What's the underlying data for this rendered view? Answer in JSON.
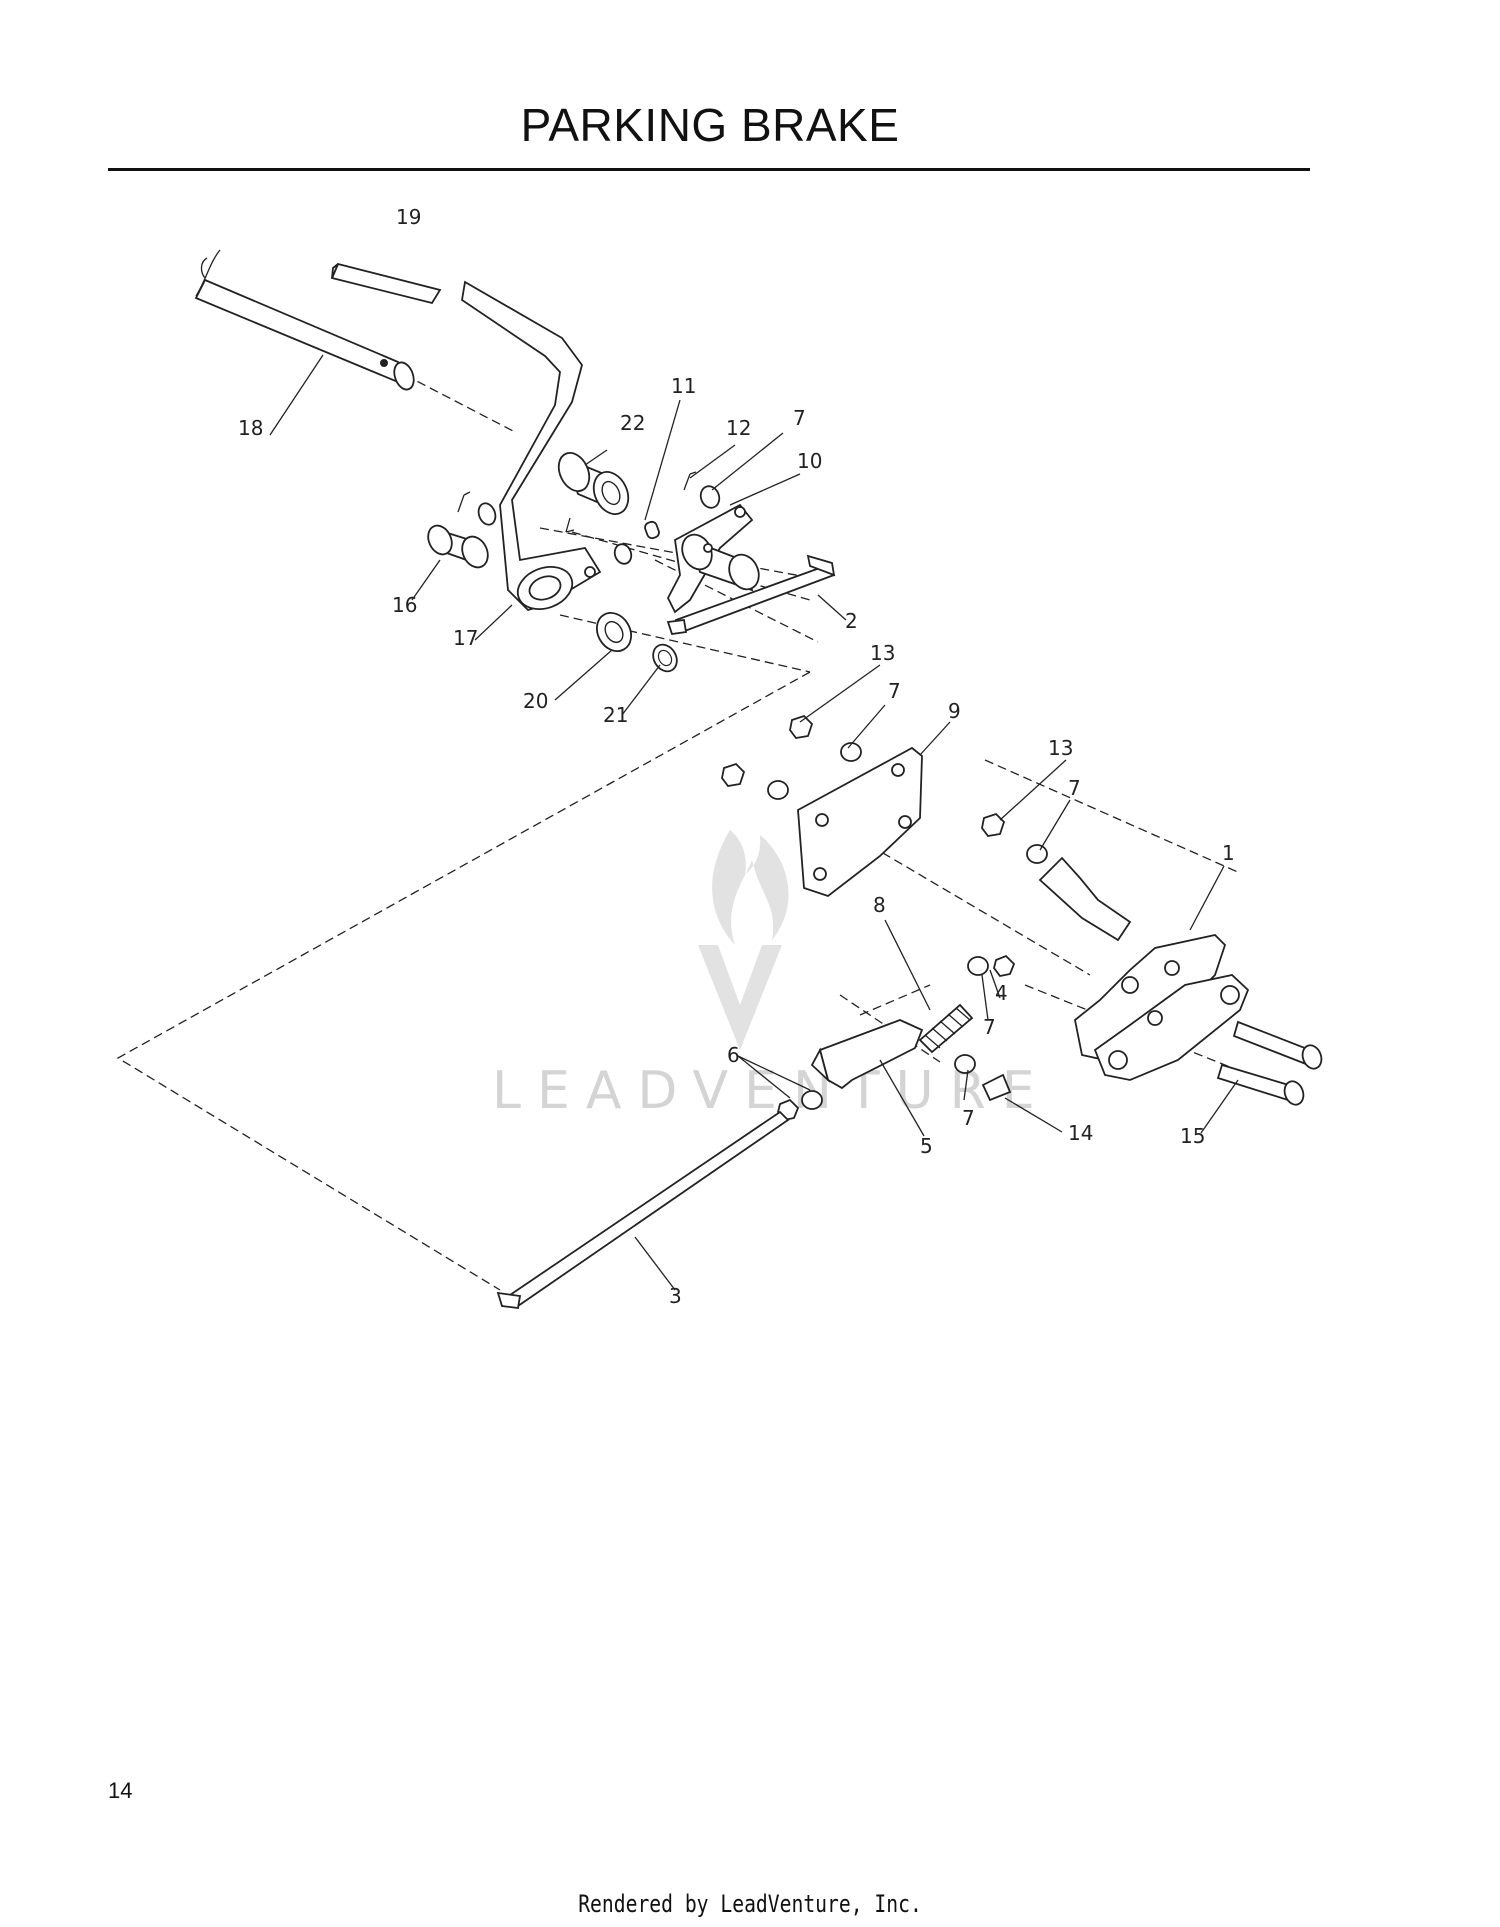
{
  "title": "PARKING BRAKE",
  "callouts": [
    {
      "id": "c19",
      "label": "19"
    },
    {
      "id": "c18",
      "label": "18"
    },
    {
      "id": "c11",
      "label": "11"
    },
    {
      "id": "c22",
      "label": "22"
    },
    {
      "id": "c12",
      "label": "12"
    },
    {
      "id": "c7a",
      "label": "7"
    },
    {
      "id": "c10",
      "label": "10"
    },
    {
      "id": "c16",
      "label": "16"
    },
    {
      "id": "c17",
      "label": "17"
    },
    {
      "id": "c2",
      "label": "2"
    },
    {
      "id": "c13a",
      "label": "13"
    },
    {
      "id": "c7b",
      "label": "7"
    },
    {
      "id": "c20",
      "label": "20"
    },
    {
      "id": "c21",
      "label": "21"
    },
    {
      "id": "c9",
      "label": "9"
    },
    {
      "id": "c13b",
      "label": "13"
    },
    {
      "id": "c7c",
      "label": "7"
    },
    {
      "id": "c1",
      "label": "1"
    },
    {
      "id": "c8",
      "label": "8"
    },
    {
      "id": "c4",
      "label": "4"
    },
    {
      "id": "c7d",
      "label": "7"
    },
    {
      "id": "c6",
      "label": "6"
    },
    {
      "id": "c7e",
      "label": "7"
    },
    {
      "id": "c14",
      "label": "14"
    },
    {
      "id": "c15",
      "label": "15"
    },
    {
      "id": "c5",
      "label": "5"
    },
    {
      "id": "c3",
      "label": "3"
    }
  ],
  "watermark": "LEADVENTURE",
  "page_number": "14",
  "footer": "Rendered by LeadVenture, Inc."
}
